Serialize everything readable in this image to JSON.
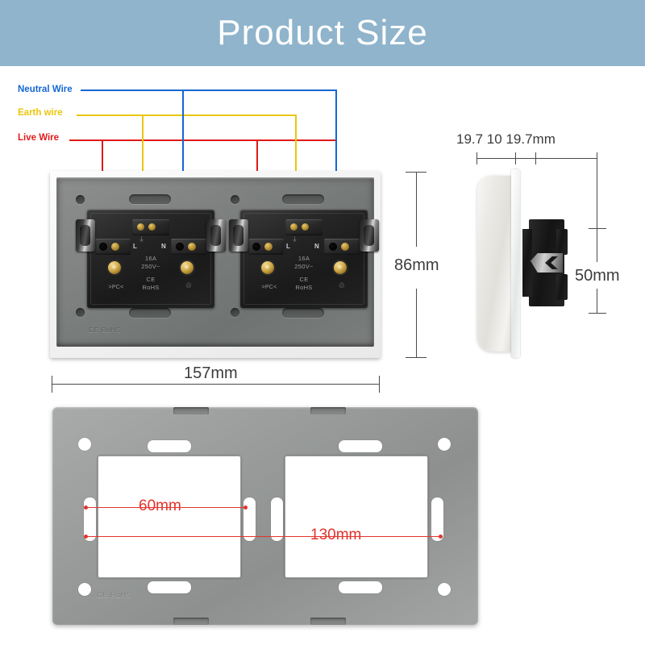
{
  "banner": {
    "title": "Product Size"
  },
  "wiring": {
    "labels": [
      {
        "name": "neutral",
        "text": "Neutral Wire",
        "color": "#1567d3"
      },
      {
        "name": "earth",
        "text": "Earth wire",
        "color": "#ecc60d"
      },
      {
        "name": "live",
        "text": "Live Wire",
        "color": "#e01b18"
      }
    ]
  },
  "module": {
    "terminal_live": "L",
    "terminal_neutral": "N",
    "rating_line1": "16A",
    "rating_line2": "250V~",
    "cert_line1": "CE",
    "cert_line2": "RoHS",
    "material_mark": ">PC<",
    "plate_mark": "CE RoHS"
  },
  "dimensions": {
    "front_width": "157mm",
    "front_height": "86mm",
    "side_depth": "19.7 10 19.7mm",
    "side_height": "50mm",
    "frame_small": "60mm",
    "frame_large": "130mm"
  },
  "frame": {
    "mark": "CE RoHS"
  },
  "colors": {
    "banner": "#8fb4cc",
    "neutral_wire": "#1567d3",
    "earth_wire": "#ecc60d",
    "live_wire": "#e01b18",
    "dimension_red": "#e3342f",
    "dimension_grey": "#4a4a4a",
    "plate_grey": "#7e8180",
    "frame_grey": "#9a9d9b"
  }
}
